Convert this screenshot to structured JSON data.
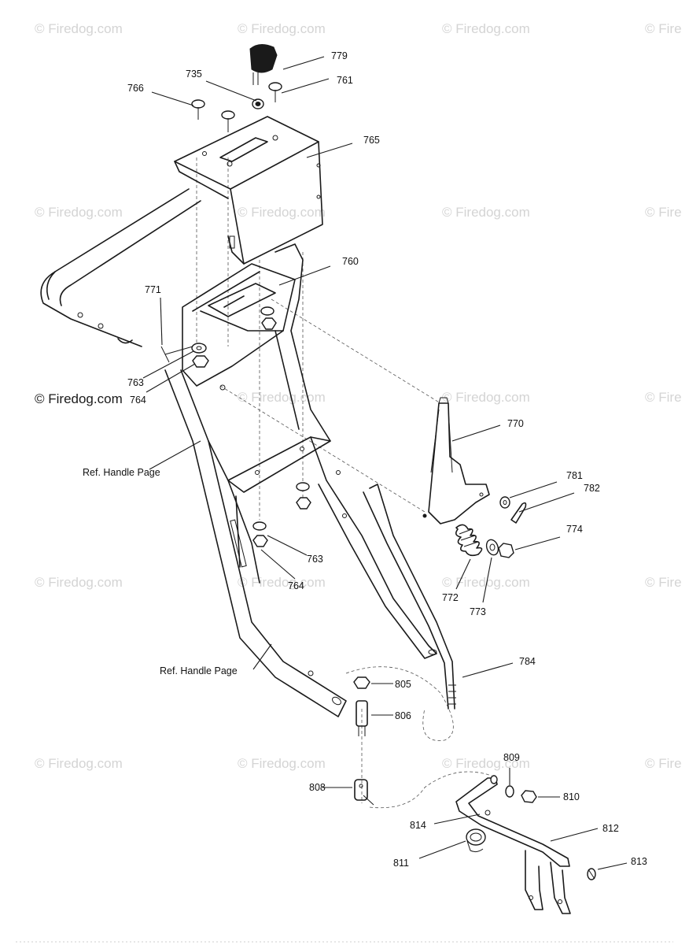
{
  "watermark": {
    "text": "© Firedog.com",
    "text_short": "© Fire",
    "main_text": "© Firedog.com"
  },
  "references": {
    "handle_page_upper": "Ref. Handle Page",
    "handle_page_lower": "Ref. Handle Page"
  },
  "callouts": {
    "c779": "779",
    "c735": "735",
    "c761": "761",
    "c766": "766",
    "c765": "765",
    "c760": "760",
    "c771": "771",
    "c763a": "763",
    "c764a": "764",
    "c770": "770",
    "c781": "781",
    "c782": "782",
    "c774": "774",
    "c763b": "763",
    "c764b": "764",
    "c772": "772",
    "c773": "773",
    "c784": "784",
    "c805": "805",
    "c806": "806",
    "c808": "808",
    "c809": "809",
    "c810": "810",
    "c814": "814",
    "c812": "812",
    "c811": "811",
    "c813": "813"
  }
}
